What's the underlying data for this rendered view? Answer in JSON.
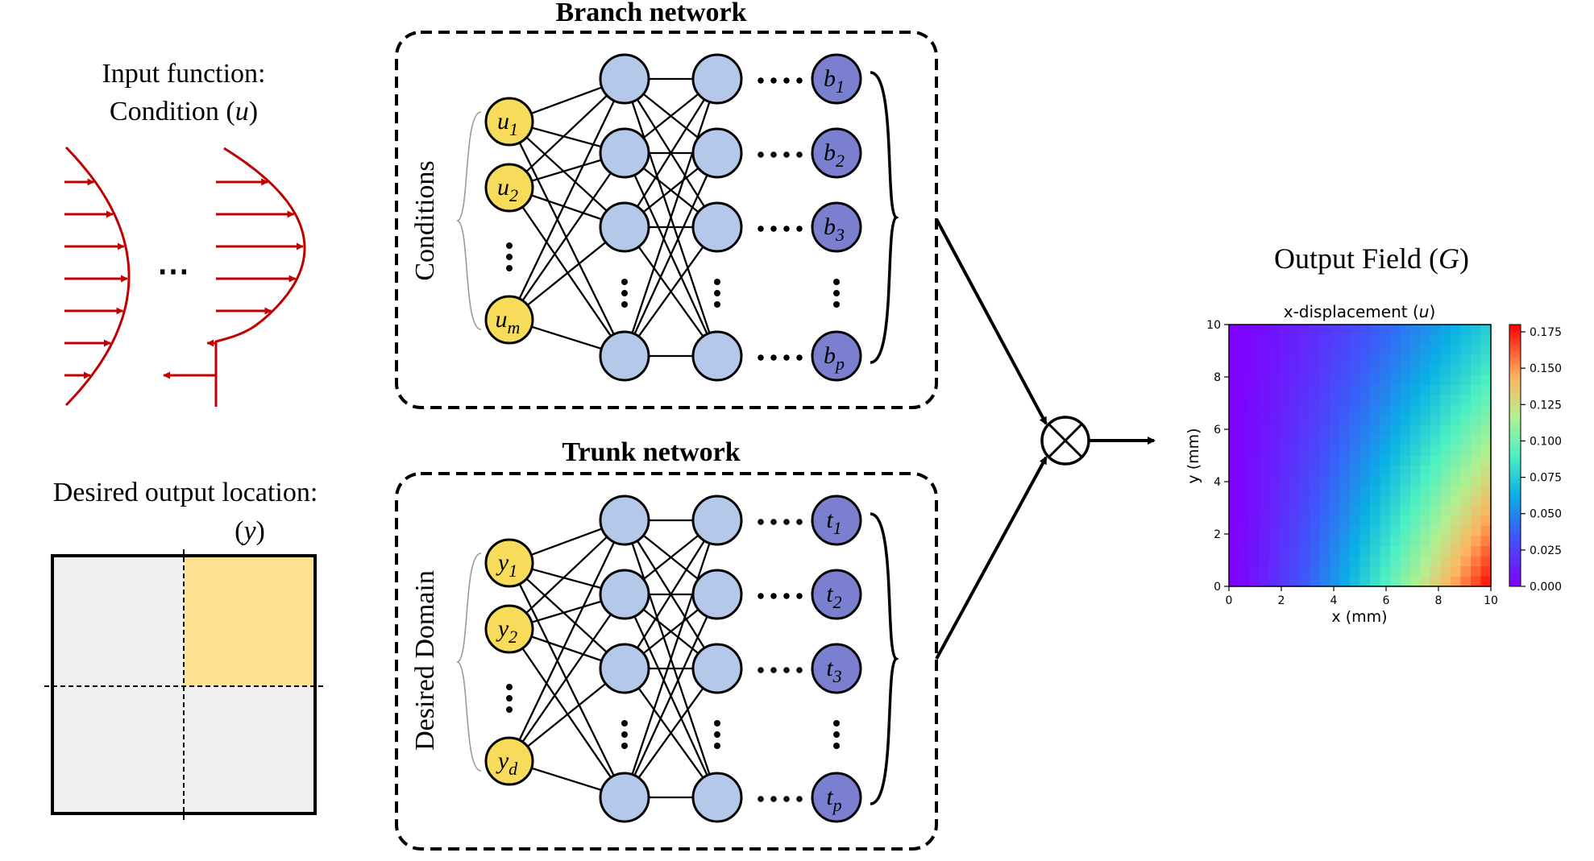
{
  "input_function": {
    "line1": "Input function:",
    "line2": "Condition (",
    "var": "u",
    "close": ")",
    "ellipsis": "⋯"
  },
  "output_location": {
    "line1": "Desired output location:",
    "label_open": "(",
    "var": "y",
    "label_close": ")"
  },
  "branch": {
    "title": "Branch network",
    "side_label": "Conditions",
    "inputs": [
      {
        "base": "u",
        "sub": "1"
      },
      {
        "base": "u",
        "sub": "2"
      },
      {
        "base": "u",
        "sub": "m"
      }
    ],
    "outputs": [
      {
        "base": "b",
        "sub": "1"
      },
      {
        "base": "b",
        "sub": "2"
      },
      {
        "base": "b",
        "sub": "3"
      },
      {
        "base": "b",
        "sub": "p"
      }
    ]
  },
  "trunk": {
    "title": "Trunk network",
    "side_label": "Desired Domain",
    "inputs": [
      {
        "base": "y",
        "sub": "1"
      },
      {
        "base": "y",
        "sub": "2"
      },
      {
        "base": "y",
        "sub": "d"
      }
    ],
    "outputs": [
      {
        "base": "t",
        "sub": "1"
      },
      {
        "base": "t",
        "sub": "2"
      },
      {
        "base": "t",
        "sub": "3"
      },
      {
        "base": "t",
        "sub": "p"
      }
    ]
  },
  "output_field": {
    "title": "Output Field (",
    "var": "G",
    "close": ")"
  },
  "plot": {
    "title_prefix": "x-displacement (",
    "title_var": "u",
    "title_suffix": ")",
    "xlabel": "x (mm)",
    "ylabel": "y (mm)",
    "xticks": [
      "0",
      "2",
      "4",
      "6",
      "8",
      "10"
    ],
    "yticks": [
      "0",
      "2",
      "4",
      "6",
      "8",
      "10"
    ],
    "colorbar_ticks": [
      "0.000",
      "0.025",
      "0.050",
      "0.075",
      "0.100",
      "0.125",
      "0.150",
      "0.175"
    ]
  },
  "colors": {
    "input_node": "#f7dc5c",
    "hidden_node": "#b4c8ea",
    "output_node": "#7b7fd0",
    "profile": "#c00000",
    "quadrant_fill": "#f0f0f0",
    "quadrant_highlight": "#fde294"
  }
}
